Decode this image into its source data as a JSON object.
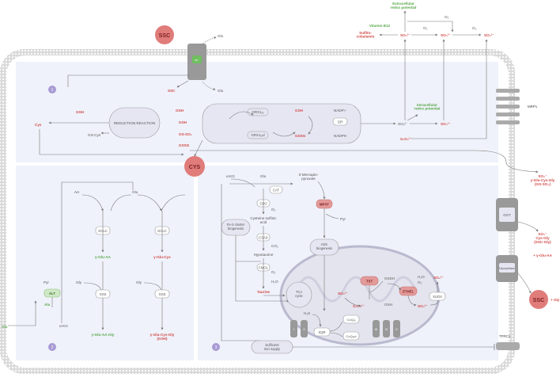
{
  "extracellular": {
    "ssc_circle": "SSC",
    "ssc_circle_right": "SSC",
    "glu_top": "Glu",
    "xc_transporter": "xc⁻",
    "extracellular_redox": "Extracellular\nredox potential",
    "vitamin_b12": "Vitamin B12",
    "sulfito_cobalamin": "Sulfito-\ncobalamin",
    "o2_a": "O₂",
    "o2_b": "O₂",
    "o2_c": "O₂",
    "so3_a": "SO₃²⁻",
    "so3_b": "SO₃²⁻",
    "so3_c": "SO₃²⁻",
    "so3_d": "SO₃²⁻",
    "plus_gly": "+ Gly",
    "ala_out": "Ala"
  },
  "membrane": {
    "mrp1": "MRP1",
    "ggt": "GGT",
    "dipeptidase": "Dipeptidase",
    "tfrc1": "TFRC1"
  },
  "right_outputs": {
    "so3_glu": "SO₃⁻\nγ-Glu-Cys-Gly\n(GS-SO₃)",
    "so3_cysgly": "SO₃⁻\nCys-Gly\n(SSC-Gly)",
    "plus_glu_aa": "+ γ-Glu-AA"
  },
  "panel1": {
    "badge": "1",
    "ssc": "SSC",
    "glu_in": "Glu",
    "gsh_a": "GSH",
    "gsh_b": "GSH",
    "cys": "Cys",
    "reduction": "REDUCTION REACTION",
    "gs_cys": "GS-Cys",
    "gsh_c": "GSH",
    "gs_so3": "GS-SO₃",
    "gssg_a": "GSSG",
    "grx_ox": "GRX1ₒₓ",
    "grx_red": "GRX1ᵣₑd",
    "gsh_d": "GSH",
    "gssg_b": "GSSG",
    "nadp": "NADP+",
    "gr": "GR",
    "nadph": "NADPH",
    "so3_int": "SO₃²⁻",
    "intracellular_redox": "Intracellular\nredox potential",
    "so3_e": "SO₃²⁻",
    "so3_f": "S₂O₃²⁻",
    "cys_big": "CYS"
  },
  "panel2": {
    "badge": "2",
    "aa": "AA",
    "glu": "Glu",
    "gclc_a": "GCLC",
    "gclc_b": "GCLC",
    "glu_aa": "γ-Glu-AA",
    "glu_cys": "γ-Glu-Cys",
    "gly_a": "Gly",
    "gly_b": "Gly",
    "gss_a": "GSS",
    "gss_b": "GSS",
    "glu_aa_gly": "γ-Glu-AA-Gly",
    "gsh_out": "γ-Glu-Cys-Gly\n(GSH)",
    "pyr": "Pyr",
    "alt": "ALT",
    "ala": "Ala",
    "akg": "α-KG"
  },
  "panel3": {
    "badge": "3",
    "akg": "α-KG",
    "glu": "Glu",
    "cat": "CAT",
    "mercapto": "3-Mercapto-\npyruvate",
    "mpst": "MPST",
    "pyr": "Pyr",
    "cdo": "CDO",
    "o2_a": "O₂",
    "cysteine_sulfinic": "Cysteine sulfinic\nacid",
    "csad": "CSAD",
    "co2": "CO₂",
    "hypotaurine": "Hypotaurine",
    "fmo1": "FMO1",
    "o2_b": "O₂",
    "h2o_a": "H₂O",
    "taurine": "Taurine",
    "fes": "Fe-S cluster\nbiogenesis",
    "h2s_bio": "H2S\nbiogenesis",
    "tca": "TCA\ncycle",
    "so3_m": "SO₃²⁻",
    "tst": "TST",
    "gssh": "GSSH",
    "s2o3_m": "S₂O₃²⁻",
    "gsh_m": "GSH",
    "ethe1": "ETHE1",
    "h2o_b": "H₂O",
    "o2_c": "O₂",
    "so3_n": "SO₃²⁻",
    "suox": "SUOX",
    "so4": "SO₄²⁻",
    "h2s": "H₂S",
    "sqr": "SQR",
    "coq_ox": "CoQₒₓ",
    "coq_red": "CoQᵣₑd",
    "c1": "I",
    "c2": "II",
    "c3": "III",
    "c4": "IV",
    "c5": "V",
    "iron": "Sufficient\niron supply"
  }
}
